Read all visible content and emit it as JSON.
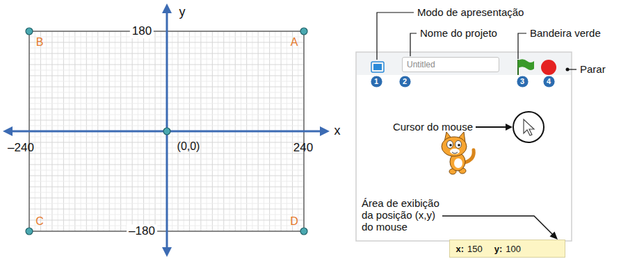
{
  "diagram": {
    "nodes": [
      {
        "text": [
          "Untitled"
        ]
      },
      {
        "text": [
          "1"
        ]
      },
      {
        "text": [
          "2"
        ]
      },
      {
        "text": [
          "3"
        ]
      },
      {
        "text": [
          "4"
        ]
      },
      {
        "text": [
          "x:",
          "150",
          "y:",
          "100"
        ]
      }
    ],
    "labels": [
      "y",
      "180",
      "x",
      "–240",
      "(0,0)",
      "240",
      "–180",
      "B",
      "A",
      "C",
      "D",
      "Modo de apresentação",
      "Nome do projeto",
      "Bandeira verde",
      "Parar",
      "Cursor do mouse",
      "Área de exibição da posição (x,y) do mouse"
    ]
  }
}
